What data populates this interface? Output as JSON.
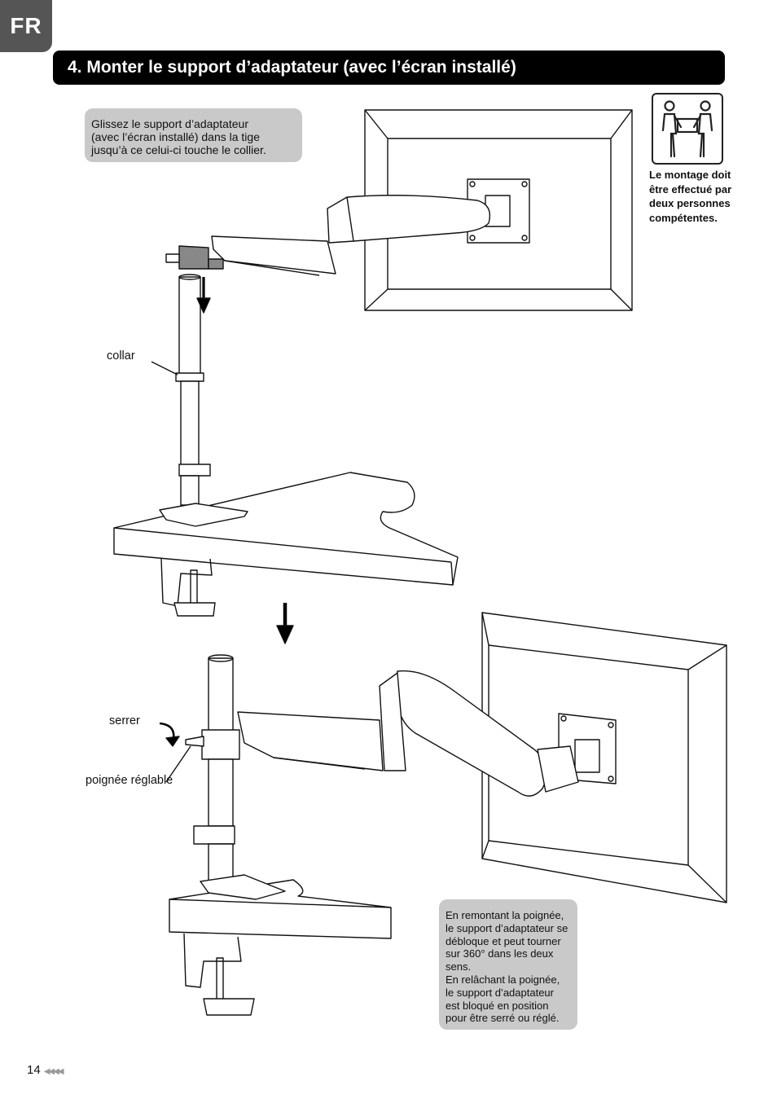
{
  "header": {
    "lang_tab": "FR",
    "title": "4. Monter le support d’adaptateur (avec l’écran installé)"
  },
  "instructions": {
    "step_text": "Glissez le support d’adaptateur\n(avec l’écran installé) dans la tige\njusqu’à ce celui-ci touche le collier.",
    "handle_note": "En remontant la poignée,\nle support d’adaptateur se\ndébloque et peut tourner\nsur 360° dans les deux\nsens.\nEn relâchant la poignée,\nle support d’adaptateur\nest bloqué en position\npour être serré ou réglé."
  },
  "warning": {
    "text": "Le montage doit\nêtre effectué par\ndeux personnes\ncompétentes.",
    "icon": "two-person-lift-icon"
  },
  "labels": {
    "collar": "collar",
    "tighten": "serrer",
    "handle": "poignée réglable"
  },
  "footer": {
    "page_number": "14"
  },
  "colors": {
    "tab_bg": "#555555",
    "title_bg": "#000000",
    "note_bg": "#c9c9c9"
  }
}
